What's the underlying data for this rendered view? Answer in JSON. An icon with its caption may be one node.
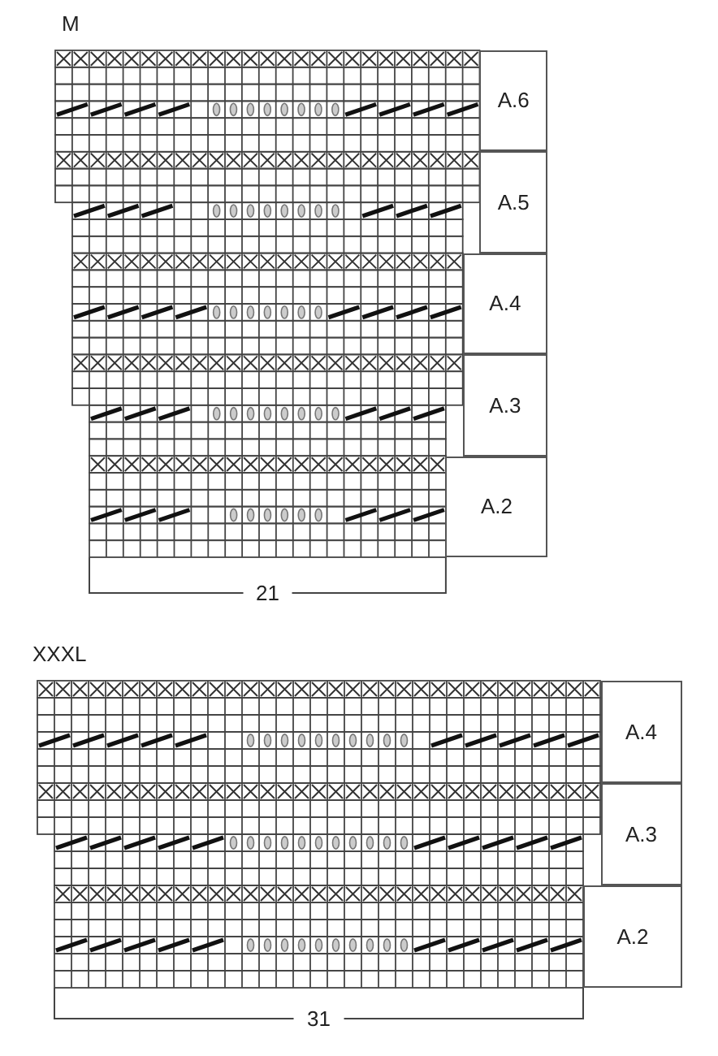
{
  "diagram": {
    "nodes": [
      {
        "text": [
          "A.6"
        ]
      },
      {
        "text": [
          "A.5"
        ]
      },
      {
        "text": [
          "A.4"
        ]
      },
      {
        "text": [
          "A.3"
        ]
      },
      {
        "text": [
          "A.2"
        ]
      },
      {
        "text": [
          "A.4"
        ]
      },
      {
        "text": [
          "A.3"
        ]
      },
      {
        "text": [
          "A.2"
        ]
      }
    ],
    "labels": [
      "M",
      "21",
      "XXXL",
      "31"
    ]
  }
}
